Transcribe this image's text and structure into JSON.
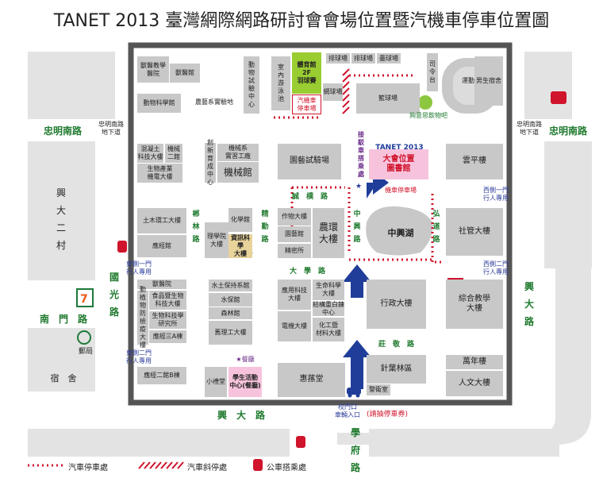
{
  "title": "TANET 2013 臺灣網際網路研討會會場位置暨汽機車停車位置圖",
  "roads": {
    "zhongming_s_left": "忠明南路",
    "zhongming_s_right": "忠明南路",
    "zhongming_underpass_left": "忠明南路\n地下道",
    "zhongming_underpass_right": "忠明南路\n地下道",
    "nanmen": "南　門　路",
    "guoguang": "國\n光\n路",
    "xingda_road": "興　大　路",
    "xingda_right": "興\n大\n路",
    "xuefu": "學\n府\n路",
    "chengpu": "誠　樸　路",
    "daxue": "大　學　路",
    "zhuangjing": "莊　敬　路",
    "qinlin": "郴\n林\n路",
    "jingqin": "精\n勤\n路",
    "zhongxing": "中\n興\n路",
    "hongdao": "弘\n道\n路"
  },
  "gates": {
    "east1": "東側一門\n行人專用",
    "east2": "東側二門\n行人專用",
    "west1": "西側一門\n行人專用",
    "west2": "西側二門\n行人專用",
    "main_gate": "校門口\n車輛入口",
    "main_gate_note": "(請抽停車券)"
  },
  "buildings": {
    "vet_hospital": "獸醫教學\n醫院",
    "vet_building": "獸醫館",
    "animal_bldg": "動物科學館",
    "farm": "農藝系實驗地",
    "animal_center": "動\n物\n試\n驗\n中\n心",
    "pool": "室\n內\n游\n泳\n池",
    "gym": "體育館\n2F\n羽球賽",
    "moto_parking": "汽機車\n停車場",
    "tennis": "網球場",
    "volleyball": "排球場",
    "softball": "壘球場",
    "court": "籃球場",
    "basket": "籃球場",
    "siling": "司\n令\n台",
    "stadium": "運動場",
    "male_dorm": "男生宿舍",
    "gourmet": "夠意思飲物吧",
    "mech_dept": "機械系\n實習工廠",
    "zhijin": "混凝土\n科技大樓",
    "machine2": "機械\n二館",
    "biotech": "生物產業\n機電大樓",
    "new_center": "創\n新\n育\n成\n中\n心",
    "mech_hall": "機械館",
    "horticulture": "園藝試驗場",
    "yunping": "雲平樓",
    "library": "大會位置\n圖書館",
    "civil": "土木環工大樓",
    "business": "應經館",
    "science": "理學院\n大樓",
    "chem": "化學館",
    "info": "資訊科學\n大樓",
    "crop": "作物大樓",
    "hort_hall": "園藝館",
    "fine": "精密所",
    "agri": "農環\n大樓",
    "lake": "中興湖",
    "social": "社管大樓",
    "vet_hospital2": "獸醫院",
    "food": "食品暨生物\n科技大樓",
    "plant_dept": "動\n植\n物\n防\n檢\n疫\n大\n樓",
    "biotech2": "生物科技學\n研究所",
    "yinjing3": "應經三A棟",
    "soil": "水土保持系館",
    "water": "水保館",
    "forest": "森林館",
    "env": "舊理工大樓",
    "apply": "應用科技\n大樓",
    "life": "生命科學\n大樓",
    "struct": "結構重白鍊\n中心",
    "elec": "電機大樓",
    "chemeng": "化工暨\n材料大樓",
    "admin": "行政大樓",
    "synth": "綜合教學\n大樓",
    "xingda2": "應經二館B棟",
    "small": "小禮堂",
    "student": "學生活動\n中心(餐廳)",
    "huisun": "惠蓀堂",
    "zhenyu": "針葉林區",
    "guard": "警衛室",
    "wannian": "萬年樓",
    "humanities": "人文大樓",
    "xingda_village": "興\n大\n二\n村",
    "dorm": "宿　舍",
    "post": "郵局"
  },
  "labels": {
    "shuttle": "接\n駁\n車\n搭\n乘\n處",
    "moto_lot": "機車停車場",
    "canteen": "★餐廳",
    "tanet_logo": "TANET 2013"
  },
  "legend": {
    "car_parking": "汽車停車處",
    "car_slant": "汽車斜停處",
    "bus_stop": "公車搭乘處"
  },
  "colors": {
    "building": "#c8c8c8",
    "road_text": "#1f7a2e",
    "parking_dots": "#d0142c",
    "blue_arrow": "#1f3d99",
    "library_fill": "#f7c3dc",
    "gym_fill": "#9acd32"
  }
}
